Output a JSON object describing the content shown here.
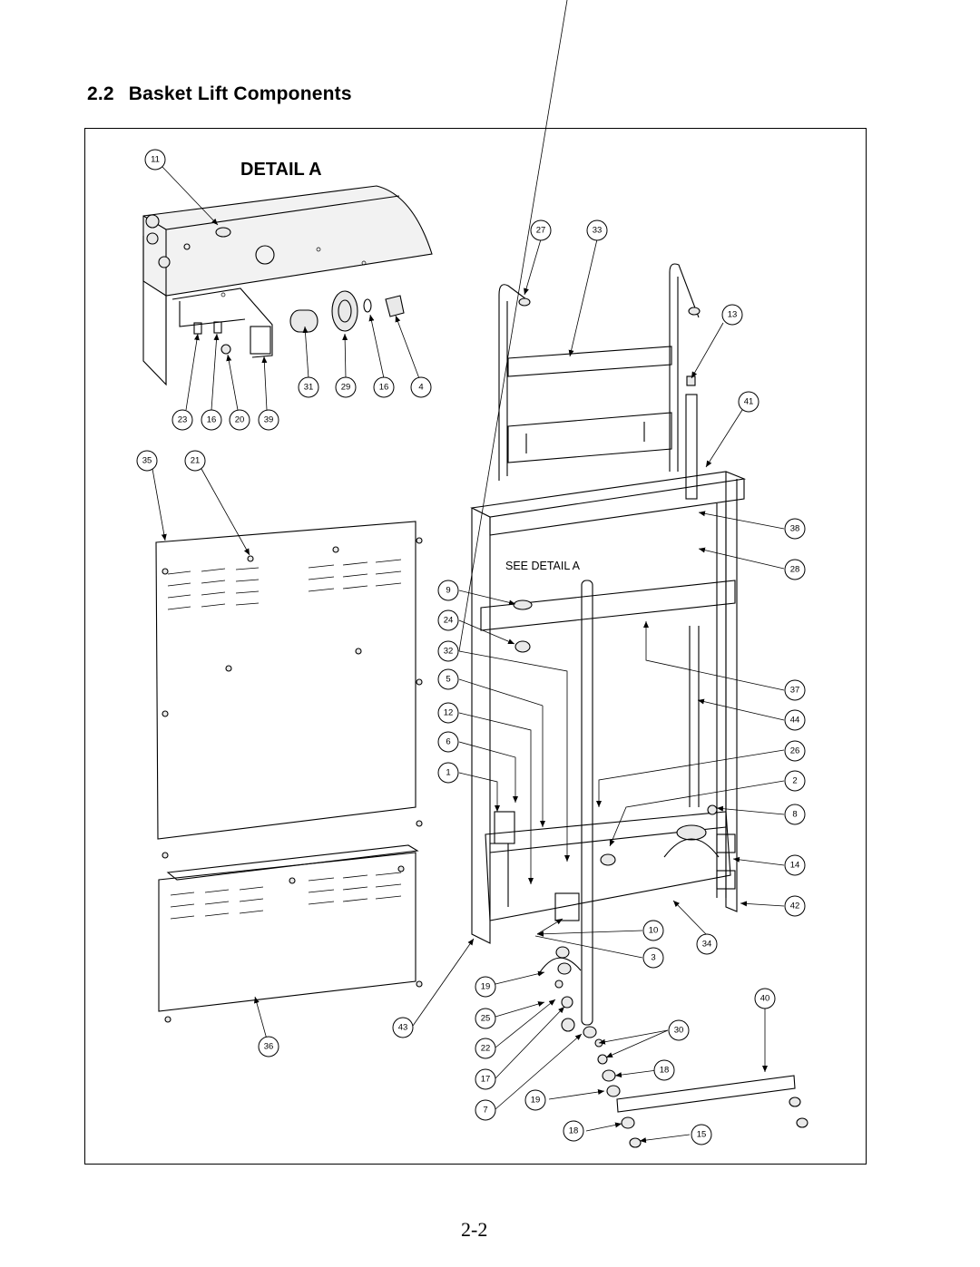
{
  "heading": {
    "number": "2.2",
    "title": "Basket Lift Components"
  },
  "detail_title": "DETAIL A",
  "see_detail_label": "SEE DETAIL A",
  "page_number": "2-2",
  "callouts": [
    "11",
    "27",
    "33",
    "13",
    "31",
    "29",
    "16",
    "4",
    "41",
    "23",
    "16",
    "20",
    "39",
    "35",
    "21",
    "38",
    "28",
    "9",
    "24",
    "32",
    "37",
    "5",
    "44",
    "12",
    "26",
    "6",
    "2",
    "1",
    "8",
    "14",
    "42",
    "10",
    "34",
    "3",
    "19",
    "40",
    "25",
    "43",
    "30",
    "36",
    "22",
    "18",
    "17",
    "19",
    "7",
    "18",
    "15"
  ]
}
